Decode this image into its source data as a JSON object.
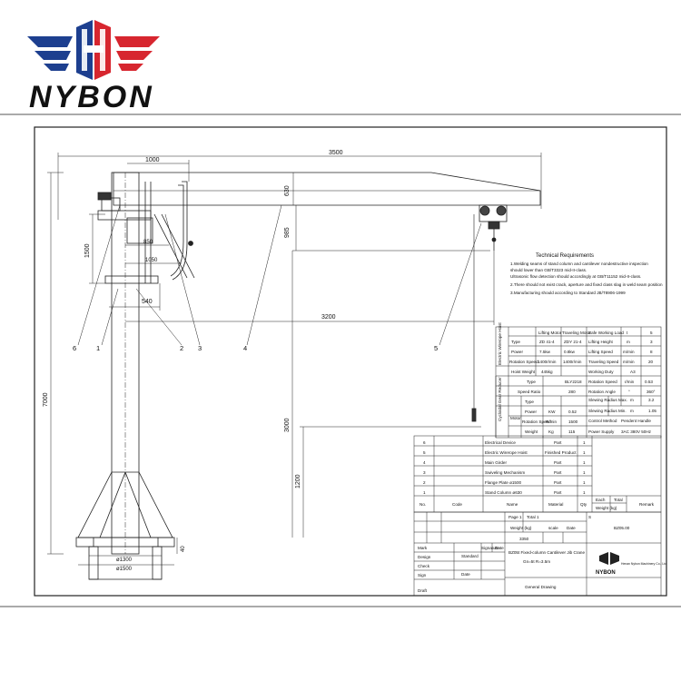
{
  "brand": {
    "name": "NYBON",
    "colors": {
      "blue": "#1d3f8f",
      "red": "#d7262f"
    }
  },
  "dimensions": {
    "d3500": "3500",
    "d1000": "1000",
    "d630": "630",
    "d985": "985",
    "d1500": "1500",
    "d850": "850",
    "d1050": "1050",
    "d540": "540",
    "d3200": "3200",
    "d7000": "7000",
    "d3000": "3000",
    "d1200": "1200",
    "d1300": "ø1300",
    "d1500b": "ø1500",
    "d40": "40"
  },
  "callouts": [
    "6",
    "1",
    "2",
    "3",
    "4",
    "5"
  ],
  "requirements": {
    "title": "Technical Requirements",
    "lines": [
      "1.Welding seams of stand column and cantilever nondestructive inspection",
      "  should lower than GB/T3323 mid-II-class.",
      "  Ultrasonic flow detection should accordingly at GB/T11152 mid-II-class.",
      "2.There should not exist crack, aperture and fixed class slag in weld seam position",
      "3.Manufacturing should according to Standard JB/T8906-1999"
    ]
  },
  "hoist_table": {
    "side_label": "Electric Wirerope Hoist",
    "header": [
      "",
      "Lifting Motor",
      "Traveling Motor"
    ],
    "rows": [
      [
        "Type",
        "ZD 41-4",
        "ZDY 21-4"
      ],
      [
        "Power",
        "7.5kw",
        "0.8kw"
      ],
      [
        "Rotation Speed",
        "1400r/min",
        "1400r/min"
      ],
      [
        "Hoist Weight",
        "445kg",
        ""
      ]
    ]
  },
  "params_table": {
    "rows": [
      [
        "Safe Working Load",
        "t",
        "5"
      ],
      [
        "Lifting Height",
        "m",
        "3"
      ],
      [
        "Lifting Speed",
        "m/min",
        "8"
      ],
      [
        "Traveling Speed",
        "m/min",
        "20"
      ],
      [
        "Working Duty",
        "A3",
        ""
      ],
      [
        "Rotation Speed",
        "r/min",
        "0.53"
      ],
      [
        "Rotation Angle",
        "°",
        "360°"
      ],
      [
        "Slewing Radius Max.",
        "m",
        "3.2"
      ],
      [
        "Slewing Radius Min.",
        "m",
        "1.05"
      ],
      [
        "Control Method",
        "Pendent Handle",
        ""
      ],
      [
        "Power Supply",
        "3AC 380V 50Hz",
        ""
      ]
    ]
  },
  "reducer_table": {
    "side_label": "Cycloidal Gear Reducer",
    "type_label": "Type",
    "type_value": "BLY2218",
    "ratio_label": "Speed Ratio",
    "ratio_value": "280",
    "motor_label": "Motor",
    "motor_rows": [
      [
        "Type",
        "",
        ""
      ],
      [
        "Power",
        "KW",
        "0.52"
      ],
      [
        "Rotation Speed",
        "R/min",
        "1500"
      ],
      [
        "Weight",
        "Kg",
        "115"
      ]
    ]
  },
  "parts_list": {
    "rows": [
      [
        "6",
        "Electrical Device",
        "Part",
        "1"
      ],
      [
        "5",
        "Electric Wirerope Hoist",
        "Finished Product",
        "1"
      ],
      [
        "4",
        "Main Girder",
        "Part",
        "1"
      ],
      [
        "3",
        "Swiveling Mechanism",
        "Part",
        "1"
      ],
      [
        "2",
        "Flange Plate ø1500",
        "Part",
        "1"
      ],
      [
        "1",
        "Stand Column ø630",
        "Part",
        "1"
      ]
    ],
    "header": {
      "no": "No.",
      "code": "Code",
      "name": "Name",
      "material": "Material",
      "qty": "Qty",
      "each": "Each",
      "total": "Total",
      "weight": "Weight (kg)",
      "remark": "Remark"
    }
  },
  "title_block": {
    "page": "Page 1",
    "total": "Total 1",
    "weight_label": "Weight (kg)",
    "scale_label": "scale",
    "date_label": "Date",
    "weight_value": "3350",
    "drawing_no": "BZ05.00",
    "title_line1": "BZ05t Fixed-column Cantilever Jib Crane",
    "title_line2": "Gn=5t  R=3.5m",
    "drawing_type": "General Drawing",
    "company_mark": "NYBON",
    "company_small": "Henan Nybon Machinery Co., Ltd",
    "labels": {
      "mark": "Mark",
      "design": "Design",
      "check": "Check",
      "sign": "Sign",
      "draft": "Draft",
      "standard": "Standard",
      "signature": "Signature",
      "date": "Date",
      "s": "S"
    }
  }
}
